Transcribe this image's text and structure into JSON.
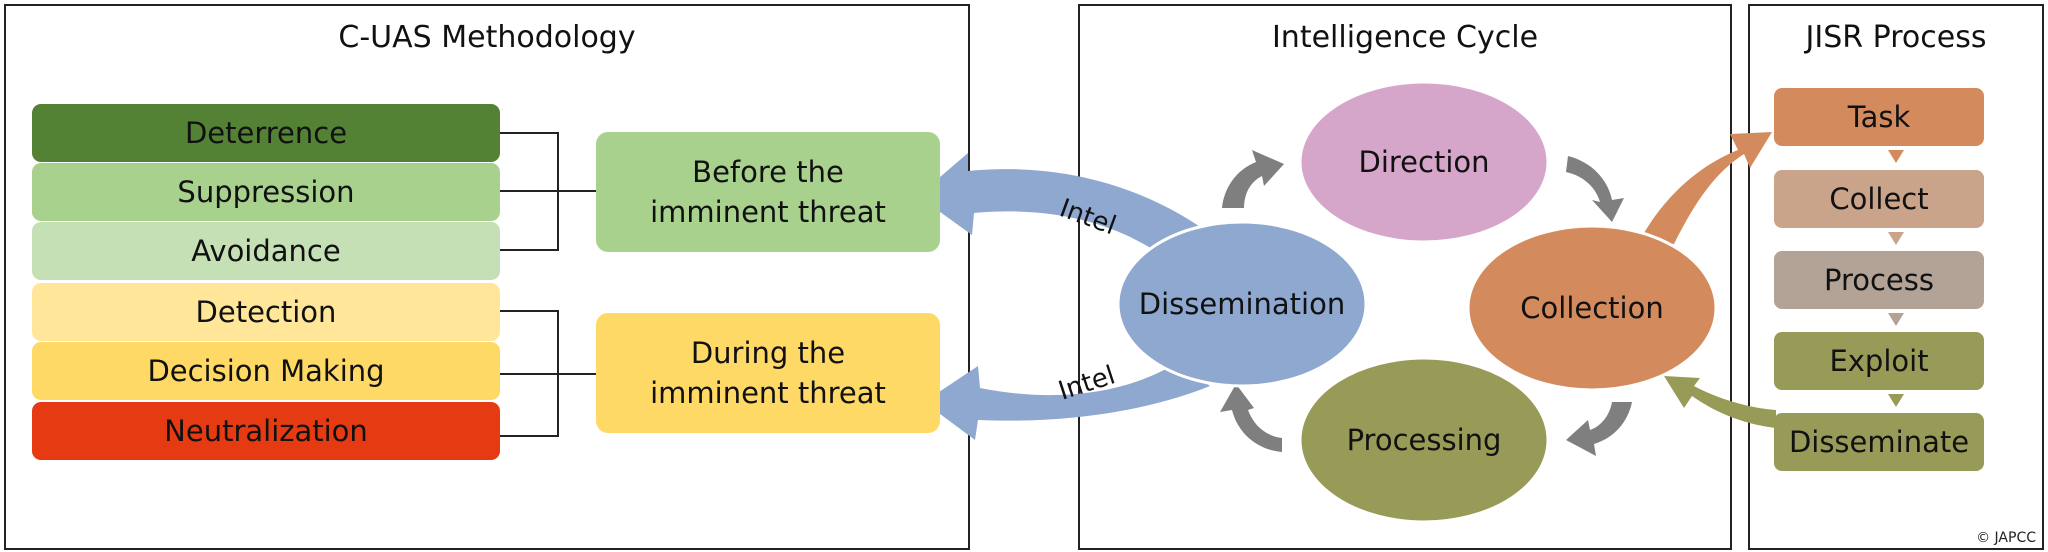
{
  "cuas": {
    "title": "C-UAS Methodology",
    "levels": [
      {
        "label": "Deterrence",
        "color": "#548235",
        "text_color": "#111111"
      },
      {
        "label": "Suppression",
        "color": "#a9d18e",
        "text_color": "#111111"
      },
      {
        "label": "Avoidance",
        "color": "#c5e0b4",
        "text_color": "#111111"
      },
      {
        "label": "Detection",
        "color": "#ffe699",
        "text_color": "#111111"
      },
      {
        "label": "Decision Making",
        "color": "#ffd966",
        "text_color": "#111111"
      },
      {
        "label": "Neutralization",
        "color": "#e63b12",
        "text_color": "#111111"
      }
    ],
    "phases": [
      {
        "label_line1": "Before the",
        "label_line2": "imminent threat",
        "color": "#a9d18e"
      },
      {
        "label_line1": "During the",
        "label_line2": "imminent threat",
        "color": "#ffd966"
      }
    ]
  },
  "intel_arrows": [
    "Intel",
    "Intel"
  ],
  "cycle": {
    "title": "Intelligence Cycle",
    "nodes": {
      "direction": {
        "label": "Direction",
        "color": "#d5a6c9"
      },
      "collection": {
        "label": "Collection",
        "color": "#d38b5d"
      },
      "processing": {
        "label": "Processing",
        "color": "#989b57"
      },
      "dissemination": {
        "label": "Dissemination",
        "color": "#8fa8d0"
      }
    },
    "arrow_color": "#7f7f7f"
  },
  "jisr": {
    "title": "JISR Process",
    "steps": [
      {
        "label": "Task",
        "color": "#d38b5d"
      },
      {
        "label": "Collect",
        "color": "#c9a38a"
      },
      {
        "label": "Process",
        "color": "#b3a396"
      },
      {
        "label": "Exploit",
        "color": "#989b57"
      },
      {
        "label": "Disseminate",
        "color": "#989b57"
      }
    ]
  },
  "copyright": "© JAPCC"
}
